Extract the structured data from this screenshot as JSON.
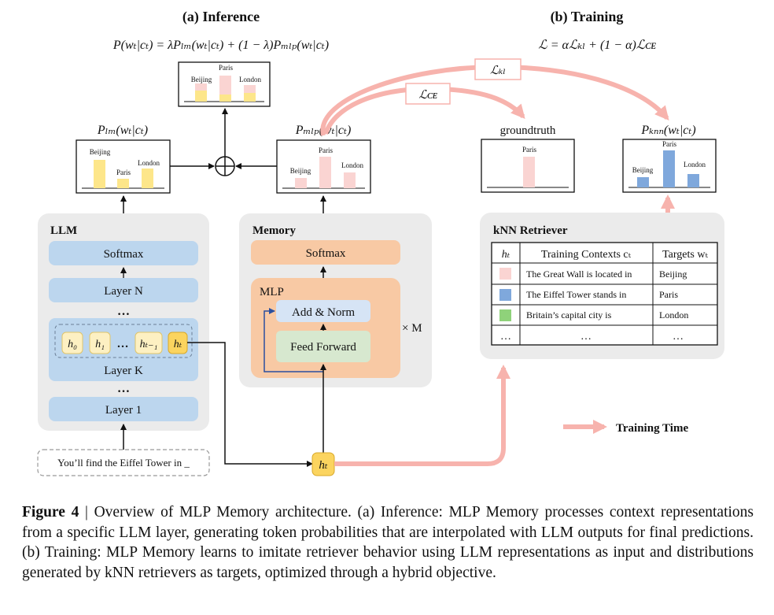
{
  "inference": {
    "title": "(a) Inference",
    "formula": "P(wₜ|cₜ) = λPₗₘ(wₜ|cₜ) + (1 − λ)Pₘₗₚ(wₜ|cₜ)",
    "combined_dist": {
      "labels": [
        "Beijing",
        "Paris",
        "London"
      ]
    },
    "lm_dist": {
      "title": "Pₗₘ(wₜ|cₜ)",
      "labels": [
        "Beijing",
        "Paris",
        "London"
      ]
    },
    "mlp_dist": {
      "title": "Pₘₗₚ(wₜ|cₜ)",
      "labels": [
        "Beijing",
        "Paris",
        "London"
      ]
    },
    "plus_symbol": "+"
  },
  "training": {
    "title": "(b) Training",
    "formula": "ℒ = αℒₖₗ + (1 − α)ℒᴄᴇ",
    "loss_kl": "ℒₖₗ",
    "loss_ce": "ℒᴄᴇ",
    "groundtruth": {
      "title": "groundtruth",
      "label": "Paris"
    },
    "knn_dist": {
      "title": "Pₖₙₙ(wₜ|cₜ)",
      "labels": [
        "Beijing",
        "Paris",
        "London"
      ]
    },
    "legend": "Training Time"
  },
  "llm": {
    "title": "LLM",
    "softmax": "Softmax",
    "layer_n": "Layer N",
    "dots": "…",
    "layer_k": "Layer K",
    "layer_1": "Layer 1",
    "tokens": [
      "h₀",
      "h₁",
      "…",
      "hₜ₋₁",
      "hₜ"
    ],
    "input": "You’ll find the Eiffel Tower in _"
  },
  "memory": {
    "title": "Memory",
    "softmax": "Softmax",
    "mlp": "MLP",
    "add_norm": "Add & Norm",
    "feed_forward": "Feed Forward",
    "repeat": "× M",
    "ht": "hₜ"
  },
  "knn": {
    "title": "kNN Retriever",
    "headers": [
      "hₜ",
      "Training Contexts cₜ",
      "Targets wₜ"
    ],
    "rows": [
      {
        "context": "The Great Wall is located in",
        "target": "Beijing",
        "color": "#fad4d2"
      },
      {
        "context": "The Eiffel Tower stands in",
        "target": "Paris",
        "color": "#7fa8dc"
      },
      {
        "context": "Britain’s capital city is",
        "target": "London",
        "color": "#8fd27a"
      },
      {
        "context": "…",
        "target": "…",
        "color": "",
        "first": "…"
      }
    ]
  },
  "caption": {
    "label": "Figure 4",
    "text": " | Overview of MLP Memory architecture. (a) Inference: MLP Memory processes context representations from a specific LLM layer, generating token probabilities that are interpolated with LLM outputs for final predictions. (b) Training: MLP Memory learns to imitate retriever behavior using LLM representations as input and distributions generated by kNN retrievers as targets, optimized through a hybrid objective."
  }
}
